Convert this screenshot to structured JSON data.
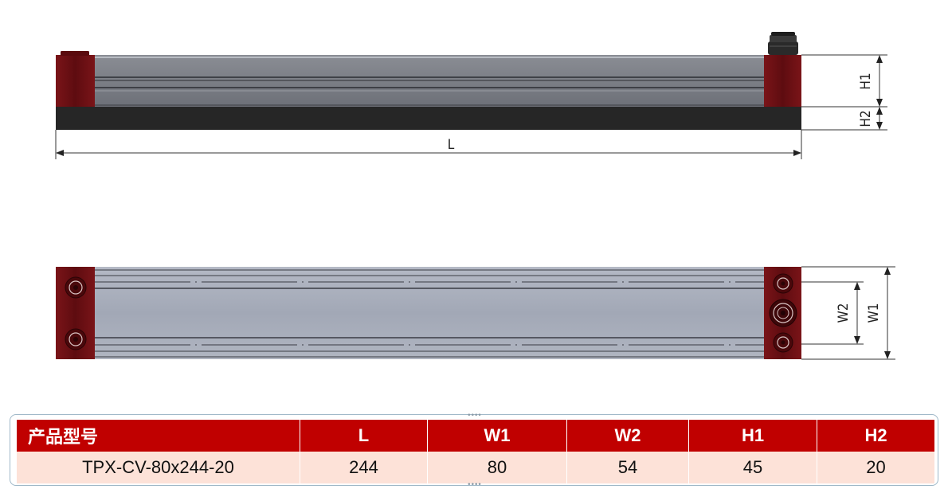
{
  "dimensions": {
    "L": "L",
    "H1": "H1",
    "H2": "H2",
    "W1": "W1",
    "W2": "W2"
  },
  "table": {
    "headers": [
      "产品型号",
      "L",
      "W1",
      "W2",
      "H1",
      "H2"
    ],
    "rows": [
      [
        "TPX-CV-80x244-20",
        "244",
        "80",
        "54",
        "45",
        "20"
      ]
    ]
  },
  "colors": {
    "end_cap": "#6b0f12",
    "rail_side": "#7c7f86",
    "rail_top": "#a7adbb",
    "base": "#262626",
    "table_header": "#c00000",
    "table_row": "#fde2d8"
  }
}
